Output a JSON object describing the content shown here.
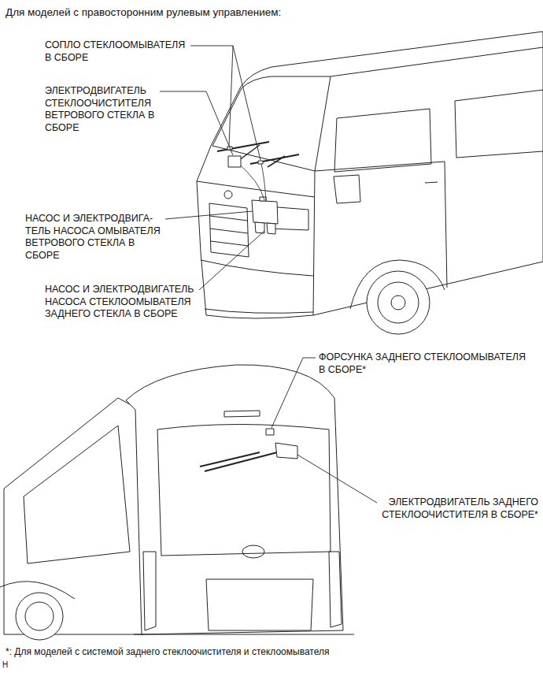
{
  "diagram": {
    "title": "Для моделей с правосторонним рулевым управлением:",
    "caption": "*: Для моделей с системой заднего стеклоочистителя и стеклоомывателя",
    "labels": [
      "СОПЛО СТЕКЛООМЫВАТЕЛЯ В СБОРЕ",
      "ЭЛЕКТРОДВИГАТЕЛЬ СТЕКЛООЧИСТИТЕЛЯ ВЕТРОВОГО СТЕКЛА В СБОРЕ",
      "НАСОС И ЭЛЕКТРОДВИГА- ТЕЛЬ НАСОСА ОМЫВАТЕЛЯ ВЕТРОВОГО СТЕКЛА В СБОРЕ",
      "НАСОС И ЭЛЕКТРОДВИГАТЕЛЬ НАСОСА СТЕКЛООМЫВАТЕЛЯ ЗАДНЕГО СТЕКЛА В СБОРЕ",
      "ФОРСУНКА ЗАДНЕГО СТЕКЛООМЫВАТЕЛЯ В СБОРЕ*",
      "ЭЛЕКТРОДВИГАТЕЛЬ ЗАДНЕГО СТЕКЛООЧИСТИТЕЛЯ В СБОРЕ*",
      "H"
    ]
  }
}
